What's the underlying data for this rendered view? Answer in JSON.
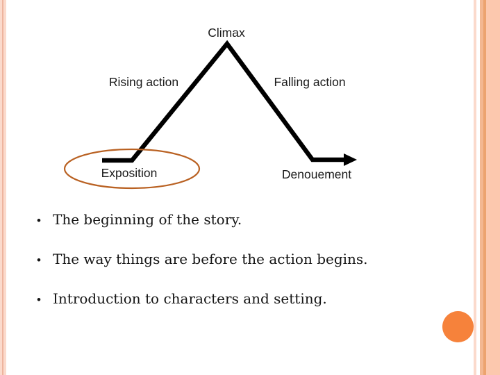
{
  "slide": {
    "background_color": "#ffffff",
    "accent_colors": {
      "stripe_pink_light": "#fbdacc",
      "stripe_pink_dark": "#eeb49e",
      "stripe_salmon_light": "#fcc8ae",
      "stripe_salmon_mid": "#f3b791",
      "stripe_salmon_dark": "#eca36f",
      "orange_circle": "#f6823b",
      "ellipse_stroke": "#b96122",
      "diagram_line": "#000000",
      "text_color": "#1a1a1a"
    }
  },
  "diagram": {
    "labels": {
      "climax": "Climax",
      "rising_action": "Rising action",
      "falling_action": "Falling action",
      "exposition": "Exposition",
      "denouement": "Denouement"
    }
  },
  "bullets": {
    "marker": "•",
    "items": [
      "The beginning of the story.",
      "The way things are before the action begins.",
      "Introduction to characters and setting."
    ]
  }
}
